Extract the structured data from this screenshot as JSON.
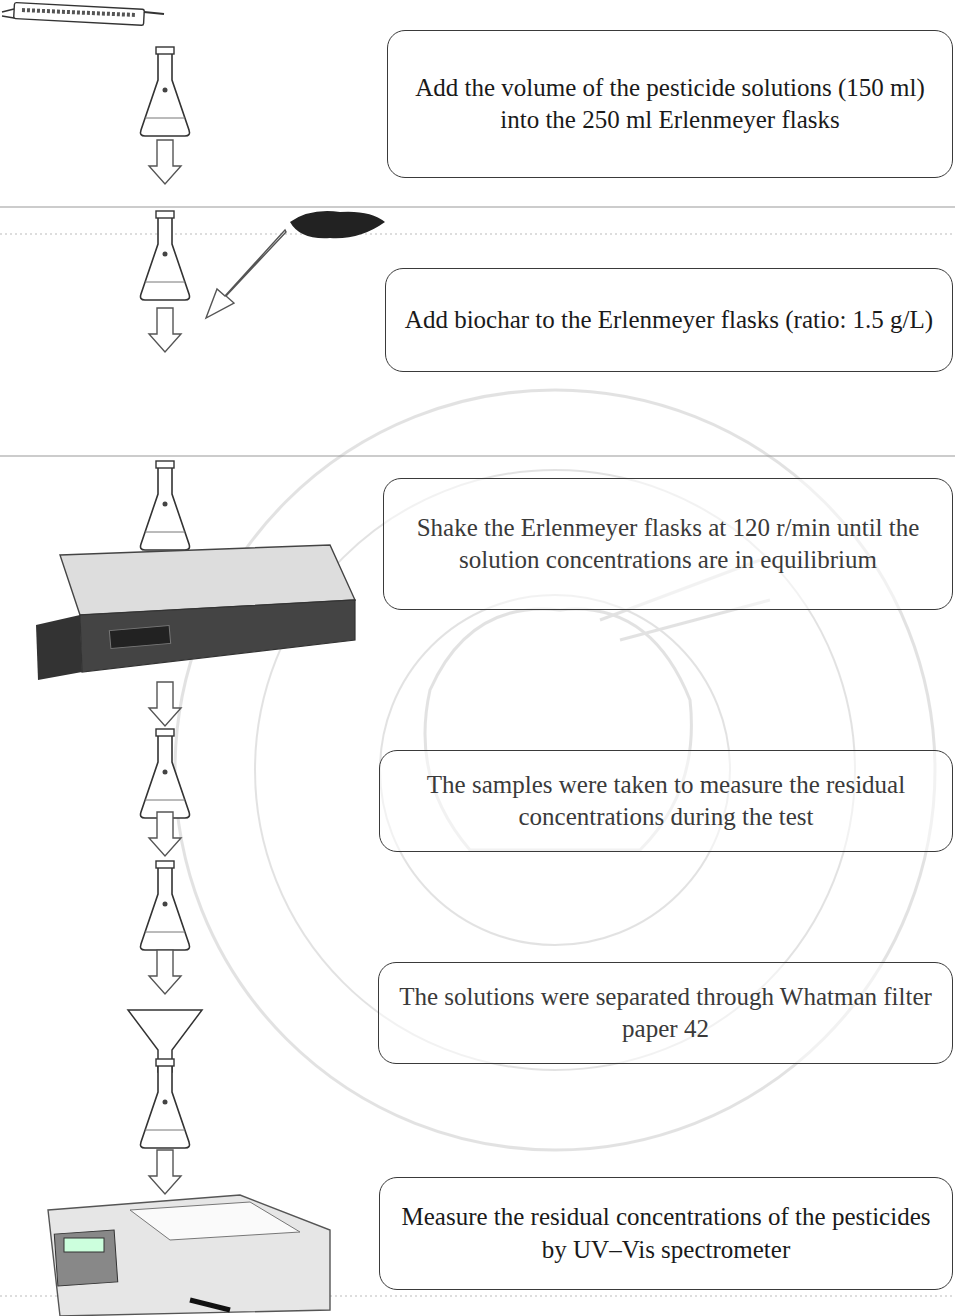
{
  "diagram": {
    "nodes": [
      {
        "text": [
          "Add the volume of the pesticide solutions (150 ml) into the 250 ml Erlenmeyer flasks"
        ]
      },
      {
        "text": [
          "Add biochar to the Erlenmeyer flasks (ratio: 1.5 g/L)"
        ]
      },
      {
        "text": [
          "Shake the Erlenmeyer flasks at 120 r/min until the solution concentrations are in equilibrium"
        ]
      },
      {
        "text": [
          "The samples were taken to measure the residual concentrations during the test"
        ]
      },
      {
        "text": [
          "The solutions were separated through Whatman filter paper 42"
        ]
      },
      {
        "text": [
          "Measure the residual concentrations of the pesticides by UV–Vis spectrometer"
        ]
      }
    ]
  }
}
